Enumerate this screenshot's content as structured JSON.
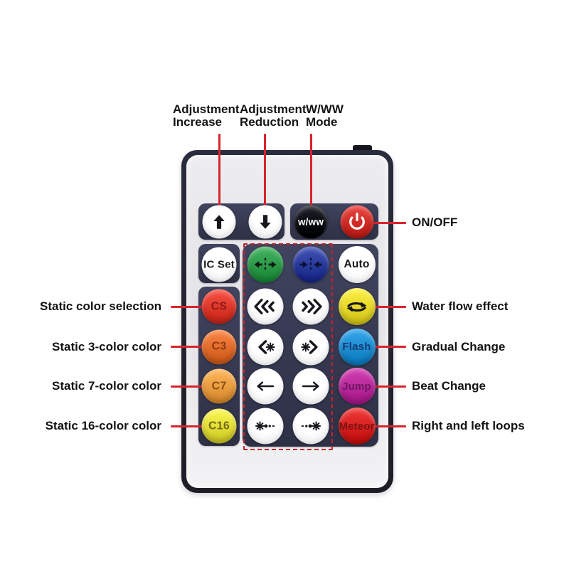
{
  "colors": {
    "annotation_red": "#d8242c",
    "panel_navy": "#34374e",
    "remote_frame": "#23242f",
    "remote_face": "#e8e8ec"
  },
  "annotations": {
    "top": [
      {
        "target": "adjustment-increase",
        "lines": [
          "Adjustment",
          "Increase"
        ]
      },
      {
        "target": "adjustment-reduction",
        "lines": [
          "Adjustment",
          "Reduction"
        ]
      },
      {
        "target": "www-mode",
        "lines": [
          "W/WW",
          "Mode"
        ]
      }
    ],
    "left": [
      {
        "target": "static-color-selection",
        "text": "Static color selection"
      },
      {
        "target": "static-3-color",
        "text": "Static 3-color color"
      },
      {
        "target": "static-7-color",
        "text": "Static 7-color color"
      },
      {
        "target": "static-16-color",
        "text": "Static 16-color color"
      }
    ],
    "right": [
      {
        "target": "power",
        "text": "ON/OFF"
      },
      {
        "target": "water-flow",
        "text": "Water flow effect"
      },
      {
        "target": "flash",
        "text": "Gradual Change"
      },
      {
        "target": "jump",
        "text": "Beat Change"
      },
      {
        "target": "meteor",
        "text": "Right and left loops"
      }
    ]
  },
  "remote": {
    "buttons": [
      {
        "id": "adjustment-increase",
        "row": 0,
        "col": 0,
        "bg": "#ffffff",
        "icon": "arrow-up",
        "icon_color": "#17171c"
      },
      {
        "id": "adjustment-reduction",
        "row": 0,
        "col": 1,
        "bg": "#ffffff",
        "icon": "arrow-down",
        "icon_color": "#17171c"
      },
      {
        "id": "www-mode",
        "row": 0,
        "col": 2,
        "bg": "#0d0f16",
        "label": "w/ww",
        "label_color": "#ffffff",
        "label_size": "13.5px"
      },
      {
        "id": "power",
        "row": 0,
        "col": 3,
        "bg": "#d4302a",
        "icon": "power",
        "icon_color": "#ffffff"
      },
      {
        "id": "ic-set",
        "row": 1,
        "col": 0,
        "bg": "#ffffff",
        "label": "IC Set",
        "label_color": "#15151a",
        "label_size": "15px"
      },
      {
        "id": "pixel-expand",
        "row": 1,
        "col": 1,
        "bg": "#2f9e4c",
        "icon": "arrows-out",
        "icon_color": "#0e1c14"
      },
      {
        "id": "pixel-contract",
        "row": 1,
        "col": 2,
        "bg": "#2c3da0",
        "icon": "arrows-in",
        "icon_color": "#0c1230"
      },
      {
        "id": "auto",
        "row": 1,
        "col": 3,
        "bg": "#ffffff",
        "label": "Auto",
        "label_color": "#15151a",
        "label_size": "15.5px"
      },
      {
        "id": "static-color-selection",
        "row": 2,
        "col": 0,
        "bg": "#e23c2f",
        "label": "CS",
        "label_color": "#8e1a18",
        "label_size": "16px"
      },
      {
        "id": "run-left",
        "row": 2,
        "col": 1,
        "bg": "#ffffff",
        "icon": "chevrons-left",
        "icon_color": "#17171c"
      },
      {
        "id": "run-right",
        "row": 2,
        "col": 2,
        "bg": "#ffffff",
        "icon": "chevrons-right",
        "icon_color": "#17171c"
      },
      {
        "id": "water-flow",
        "row": 2,
        "col": 3,
        "bg": "#eadc2e",
        "icon": "loop",
        "icon_color": "#17180f"
      },
      {
        "id": "static-3-color",
        "row": 3,
        "col": 0,
        "bg": "#e5702f",
        "label": "C3",
        "label_color": "#8e3a12",
        "label_size": "16px"
      },
      {
        "id": "scroll-left",
        "row": 3,
        "col": 1,
        "bg": "#ffffff",
        "icon": "chevron-star-left",
        "icon_color": "#17171c"
      },
      {
        "id": "scroll-right",
        "row": 3,
        "col": 2,
        "bg": "#ffffff",
        "icon": "star-chevron-right",
        "icon_color": "#17171c"
      },
      {
        "id": "flash",
        "row": 3,
        "col": 3,
        "bg": "#2191d6",
        "label": "Flash",
        "label_color": "#173a75",
        "label_size": "15px"
      },
      {
        "id": "static-7-color",
        "row": 4,
        "col": 0,
        "bg": "#eda044",
        "label": "C7",
        "label_color": "#8a4d14",
        "label_size": "16px"
      },
      {
        "id": "shift-left",
        "row": 4,
        "col": 1,
        "bg": "#ffffff",
        "icon": "arrow-left",
        "icon_color": "#17171c"
      },
      {
        "id": "shift-right",
        "row": 4,
        "col": 2,
        "bg": "#ffffff",
        "icon": "arrow-right",
        "icon_color": "#17171c"
      },
      {
        "id": "jump",
        "row": 4,
        "col": 3,
        "bg": "#bd2c9e",
        "label": "Jump",
        "label_color": "#6b1762",
        "label_size": "15px"
      },
      {
        "id": "static-16-color",
        "row": 5,
        "col": 0,
        "bg": "#e7e13c",
        "label": "C16",
        "label_color": "#6e6a10",
        "label_size": "16px"
      },
      {
        "id": "meteor-left",
        "row": 5,
        "col": 1,
        "bg": "#ffffff",
        "icon": "meteor-left",
        "icon_color": "#17171c"
      },
      {
        "id": "meteor-right",
        "row": 5,
        "col": 2,
        "bg": "#ffffff",
        "icon": "meteor-right",
        "icon_color": "#17171c"
      },
      {
        "id": "meteor",
        "row": 5,
        "col": 3,
        "bg": "#da2423",
        "label": "Meteor",
        "label_color": "#7d1212",
        "label_size": "15px"
      }
    ]
  }
}
